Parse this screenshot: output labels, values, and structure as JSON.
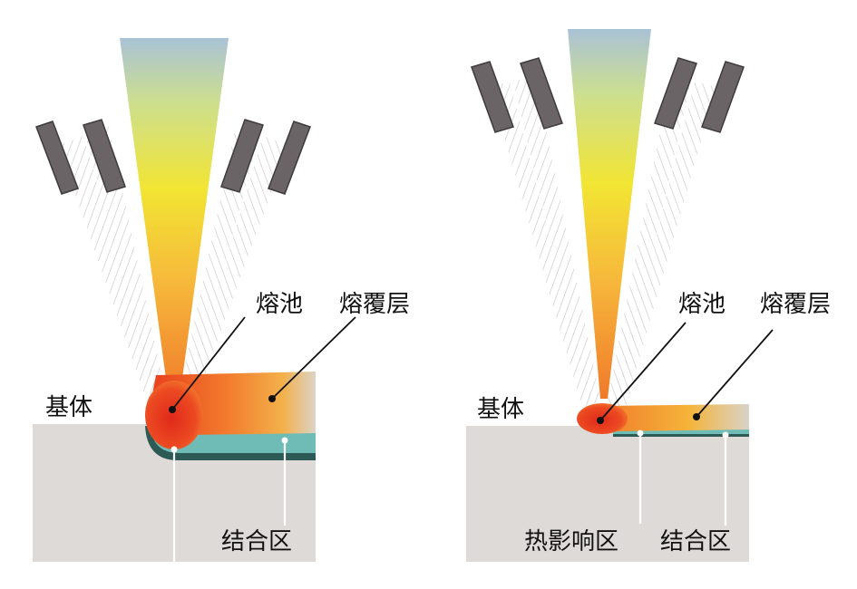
{
  "left_panel": {
    "substrate_label": "基体",
    "melt_pool_label": "熔池",
    "cladding_label": "熔覆层",
    "bond_zone_label": "结合区"
  },
  "right_panel": {
    "substrate_label": "基体",
    "melt_pool_label": "熔池",
    "cladding_label": "熔覆层",
    "haz_label": "热影响区",
    "bond_zone_label": "结合区"
  },
  "colors": {
    "substrate": "#dedad8",
    "nozzle": "#6b6466",
    "bond_layer": "#6fbcb6",
    "bond_layer_edge": "#2d5a55",
    "beam_top": "#a9c2d6",
    "beam_mid": "#f2e533",
    "beam_bottom": "#f07a2a",
    "pool_core": "#e3331f",
    "clad_orange": "#f3a13a"
  }
}
